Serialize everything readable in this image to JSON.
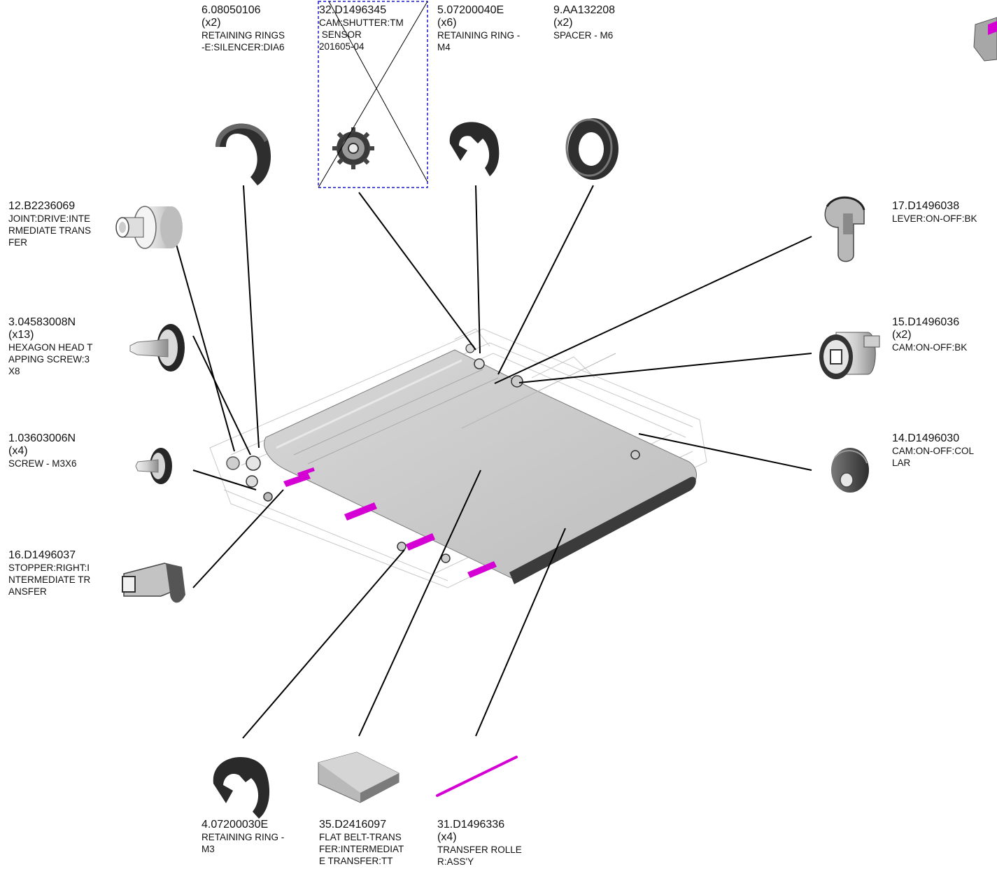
{
  "parts": [
    {
      "id": "p6",
      "part_number": "6.08050106",
      "qty": "(x2)",
      "desc": [
        "RETAINING RINGS",
        "-E:SILENCER:DIA6"
      ],
      "icon": "e-ring-icon"
    },
    {
      "id": "p32",
      "part_number": "32.D1496345",
      "qty": "",
      "desc": [
        "CAM:SHUTTER:TM",
        " SENSOR",
        "201605-04"
      ],
      "icon": "gear-icon",
      "discontinued": true
    },
    {
      "id": "p5",
      "part_number": "5.07200040E",
      "qty": "(x6)",
      "desc": [
        "RETAINING RING -",
        "M4"
      ],
      "icon": "e-ring-icon"
    },
    {
      "id": "p9",
      "part_number": "9.AA132208",
      "qty": "(x2)",
      "desc": [
        "SPACER - M6"
      ],
      "icon": "washer-icon"
    },
    {
      "id": "p12",
      "part_number": "12.B2236069",
      "qty": "",
      "desc": [
        "JOINT:DRIVE:INTE",
        "RMEDIATE TRANS",
        "FER"
      ],
      "icon": "joint-icon"
    },
    {
      "id": "p17",
      "part_number": "17.D1496038",
      "qty": "",
      "desc": [
        "LEVER:ON-OFF:BK"
      ],
      "icon": "lever-icon"
    },
    {
      "id": "p3",
      "part_number": "3.04583008N",
      "qty": "(x13)",
      "desc": [
        "HEXAGON HEAD T",
        "APPING SCREW:3",
        "X8"
      ],
      "icon": "screw-icon"
    },
    {
      "id": "p15",
      "part_number": "15.D1496036",
      "qty": "(x2)",
      "desc": [
        "CAM:ON-OFF:BK"
      ],
      "icon": "cam-icon"
    },
    {
      "id": "p1",
      "part_number": "1.03603006N",
      "qty": "(x4)",
      "desc": [
        "SCREW - M3X6"
      ],
      "icon": "screw-icon"
    },
    {
      "id": "p14",
      "part_number": "14.D1496030",
      "qty": "",
      "desc": [
        "CAM:ON-OFF:COL",
        "LAR"
      ],
      "icon": "collar-icon"
    },
    {
      "id": "p16",
      "part_number": "16.D1496037",
      "qty": "",
      "desc": [
        "STOPPER:RIGHT:I",
        "NTERMEDIATE TR",
        "ANSFER"
      ],
      "icon": "stopper-icon"
    },
    {
      "id": "p4",
      "part_number": "4.07200030E",
      "qty": "",
      "desc": [
        "RETAINING RING -",
        "M3"
      ],
      "icon": "e-ring-icon"
    },
    {
      "id": "p35",
      "part_number": "35.D2416097",
      "qty": "",
      "desc": [
        "FLAT BELT-TRANS",
        "FER:INTERMEDIAT",
        "E TRANSFER:TT"
      ],
      "icon": "belt-icon"
    },
    {
      "id": "p31",
      "part_number": "31.D1496336",
      "qty": "(x4)",
      "desc": [
        "TRANSFER ROLLE",
        "R:ASS'Y"
      ],
      "icon": "roller-icon"
    }
  ],
  "colors": {
    "accent_magenta": "#d400d4",
    "highlight_box": "#1a1acc",
    "line": "#000000",
    "part_gray": "#9a9a9a"
  }
}
